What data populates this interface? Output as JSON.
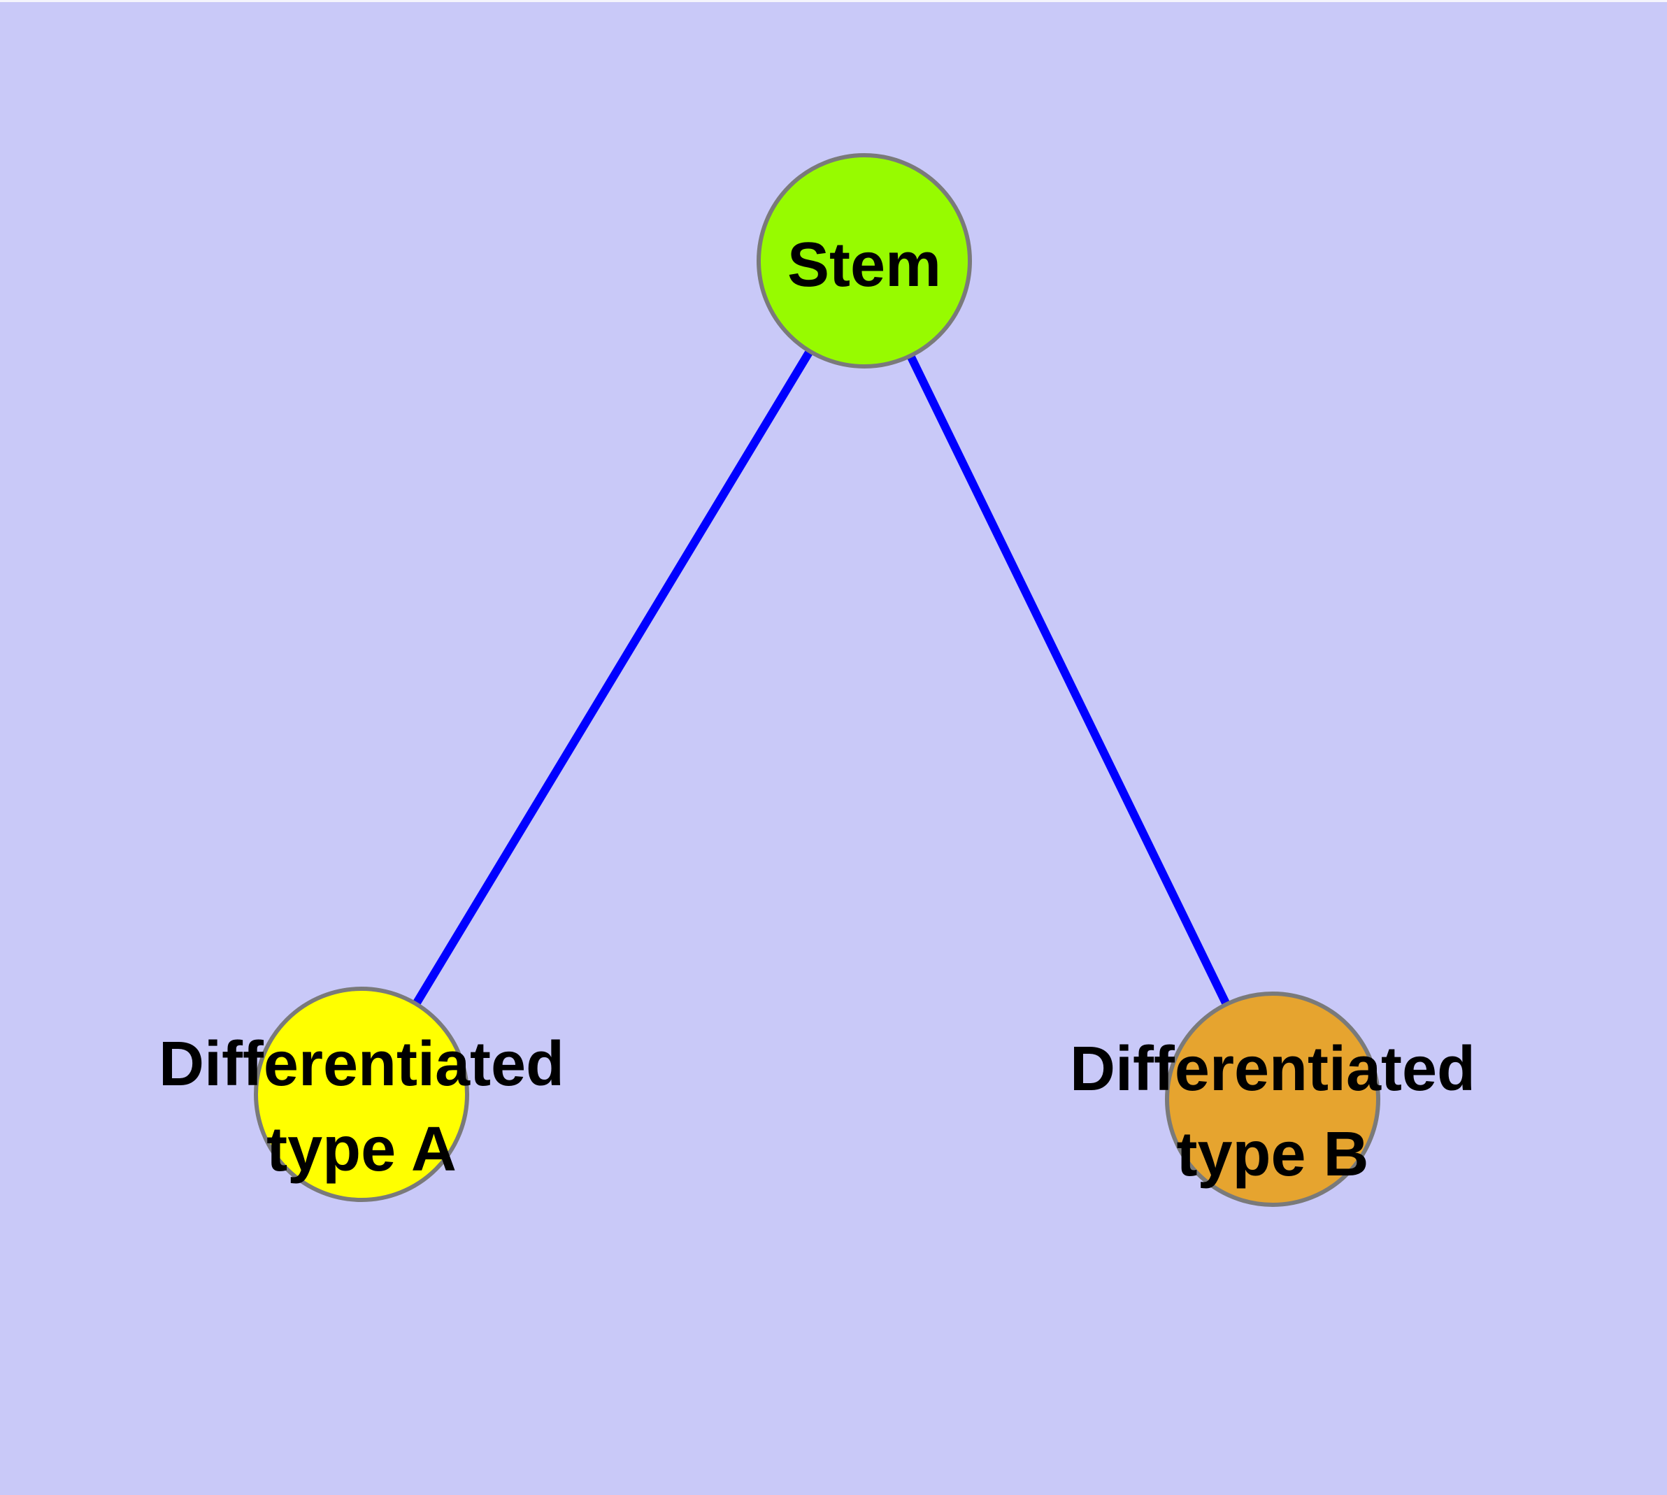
{
  "diagram": {
    "background_color": "#C9C9F8",
    "top_edge_strip_color": "#F5F5FC",
    "edge_color": "#0000FF",
    "node_border_color": "#7A7A7A",
    "label_color": "#000000",
    "nodes": [
      {
        "id": "stem",
        "label_lines": [
          "Stem"
        ],
        "color": "#97FB00"
      },
      {
        "id": "type-a",
        "label_lines": [
          "Differentiated",
          "type A"
        ],
        "color": "#FFFF00"
      },
      {
        "id": "type-b",
        "label_lines": [
          "Differentiated",
          "type B"
        ],
        "color": "#E6A42F"
      }
    ],
    "edges": [
      {
        "from": "stem",
        "to": "type-a"
      },
      {
        "from": "stem",
        "to": "type-b"
      }
    ]
  }
}
